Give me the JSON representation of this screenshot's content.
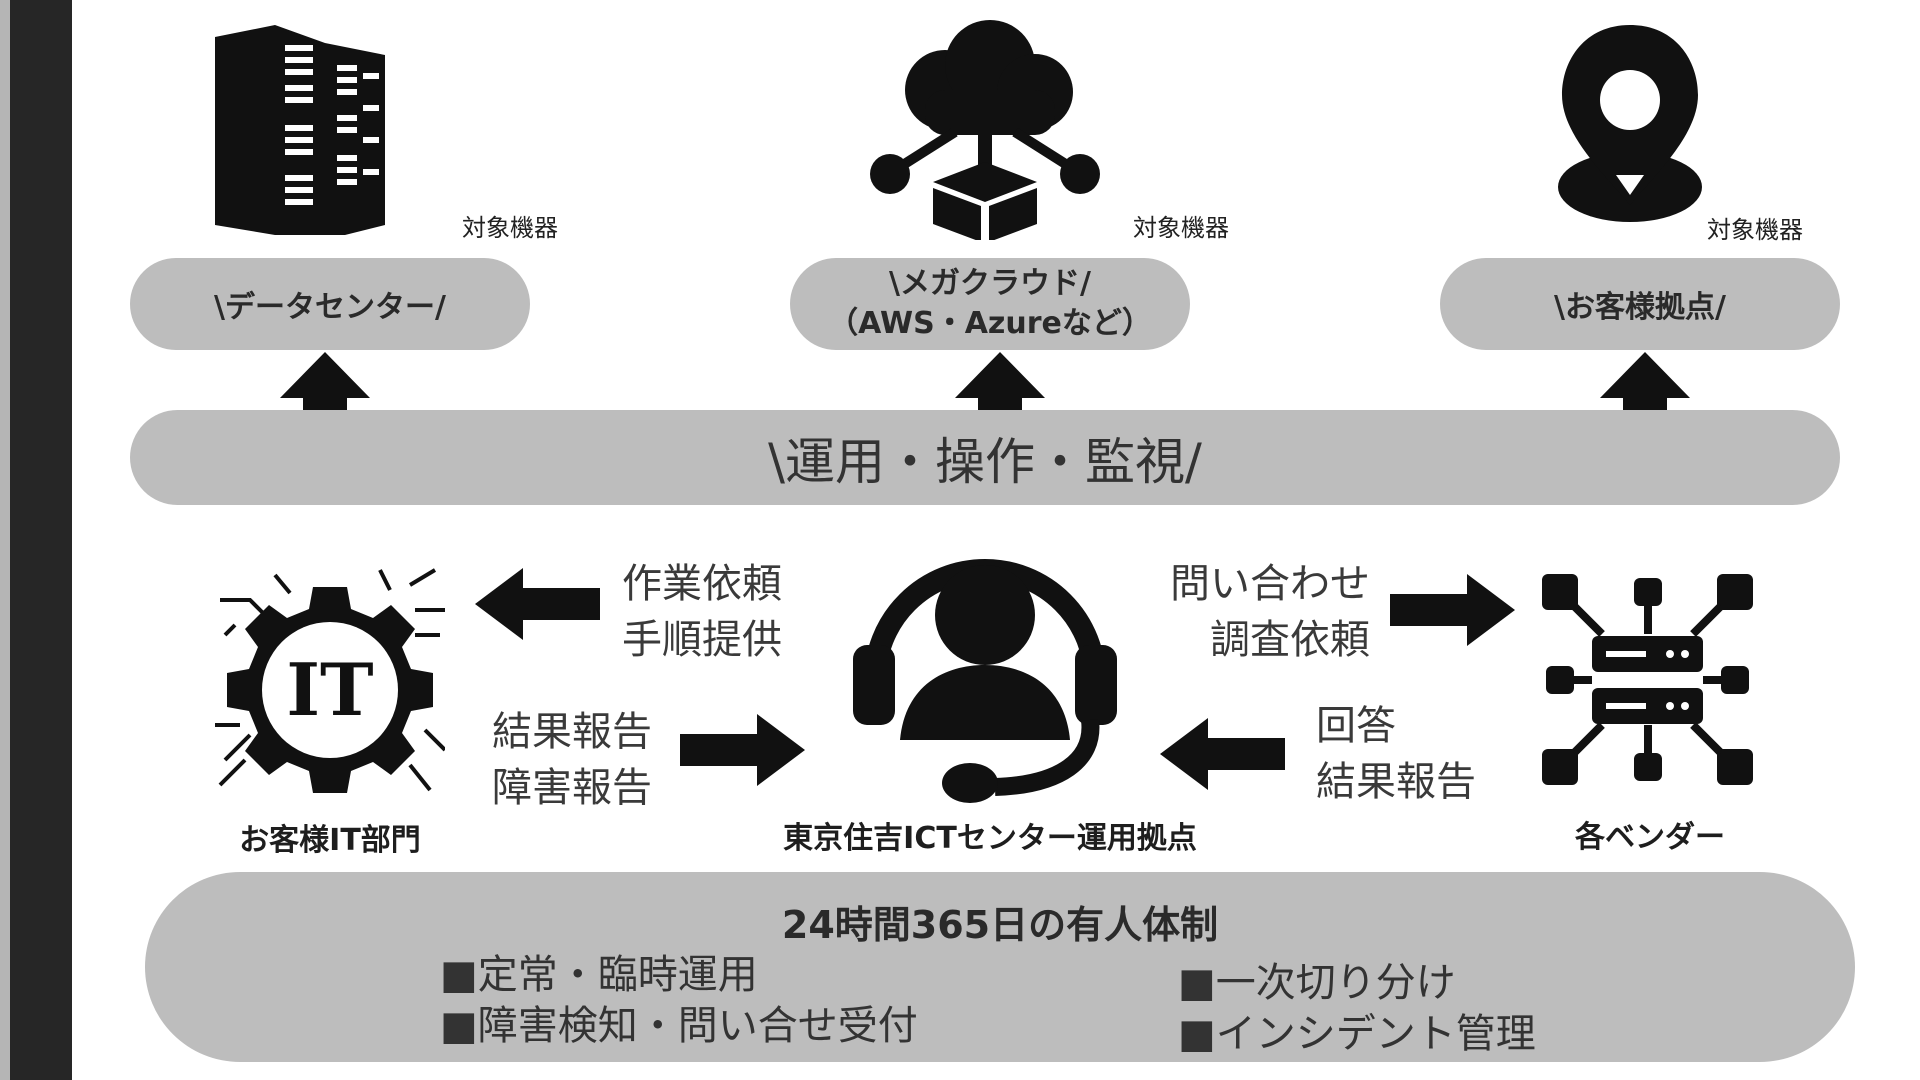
{
  "targets": {
    "datacenter": {
      "pill": "\\データセンター/",
      "caption": "対象機器"
    },
    "cloud": {
      "pill_line1": "\\メガクラウド/",
      "pill_line2": "（AWS・Azureなど）",
      "caption": "対象機器"
    },
    "customer_site": {
      "pill": "\\お客様拠点/",
      "caption": "対象機器"
    }
  },
  "operations_band": {
    "label": "\\運用・操作・監視/"
  },
  "customer_it": {
    "label": "お客様IT部門",
    "icon_text": "IT",
    "request_line1": "作業依頼",
    "request_line2": "手順提供",
    "report_line1": "結果報告",
    "report_line2": "障害報告"
  },
  "center": {
    "label": "東京住吉ICTセンター運用拠点"
  },
  "vendors": {
    "label": "各ベンダー",
    "inquiry_line1": "問い合わせ",
    "inquiry_line2": "調査依頼",
    "answer_line1": "回答",
    "answer_line2": "結果報告"
  },
  "support": {
    "title": "24時間365日の有人体制",
    "items_left": [
      "■定常・臨時運用",
      "■障害検知・問い合せ受付"
    ],
    "items_right": [
      "■一次切り分け",
      "■インシデント管理"
    ]
  },
  "colors": {
    "pill": "#bdbdbd",
    "icon": "#111111",
    "sidebar": "#262626"
  }
}
